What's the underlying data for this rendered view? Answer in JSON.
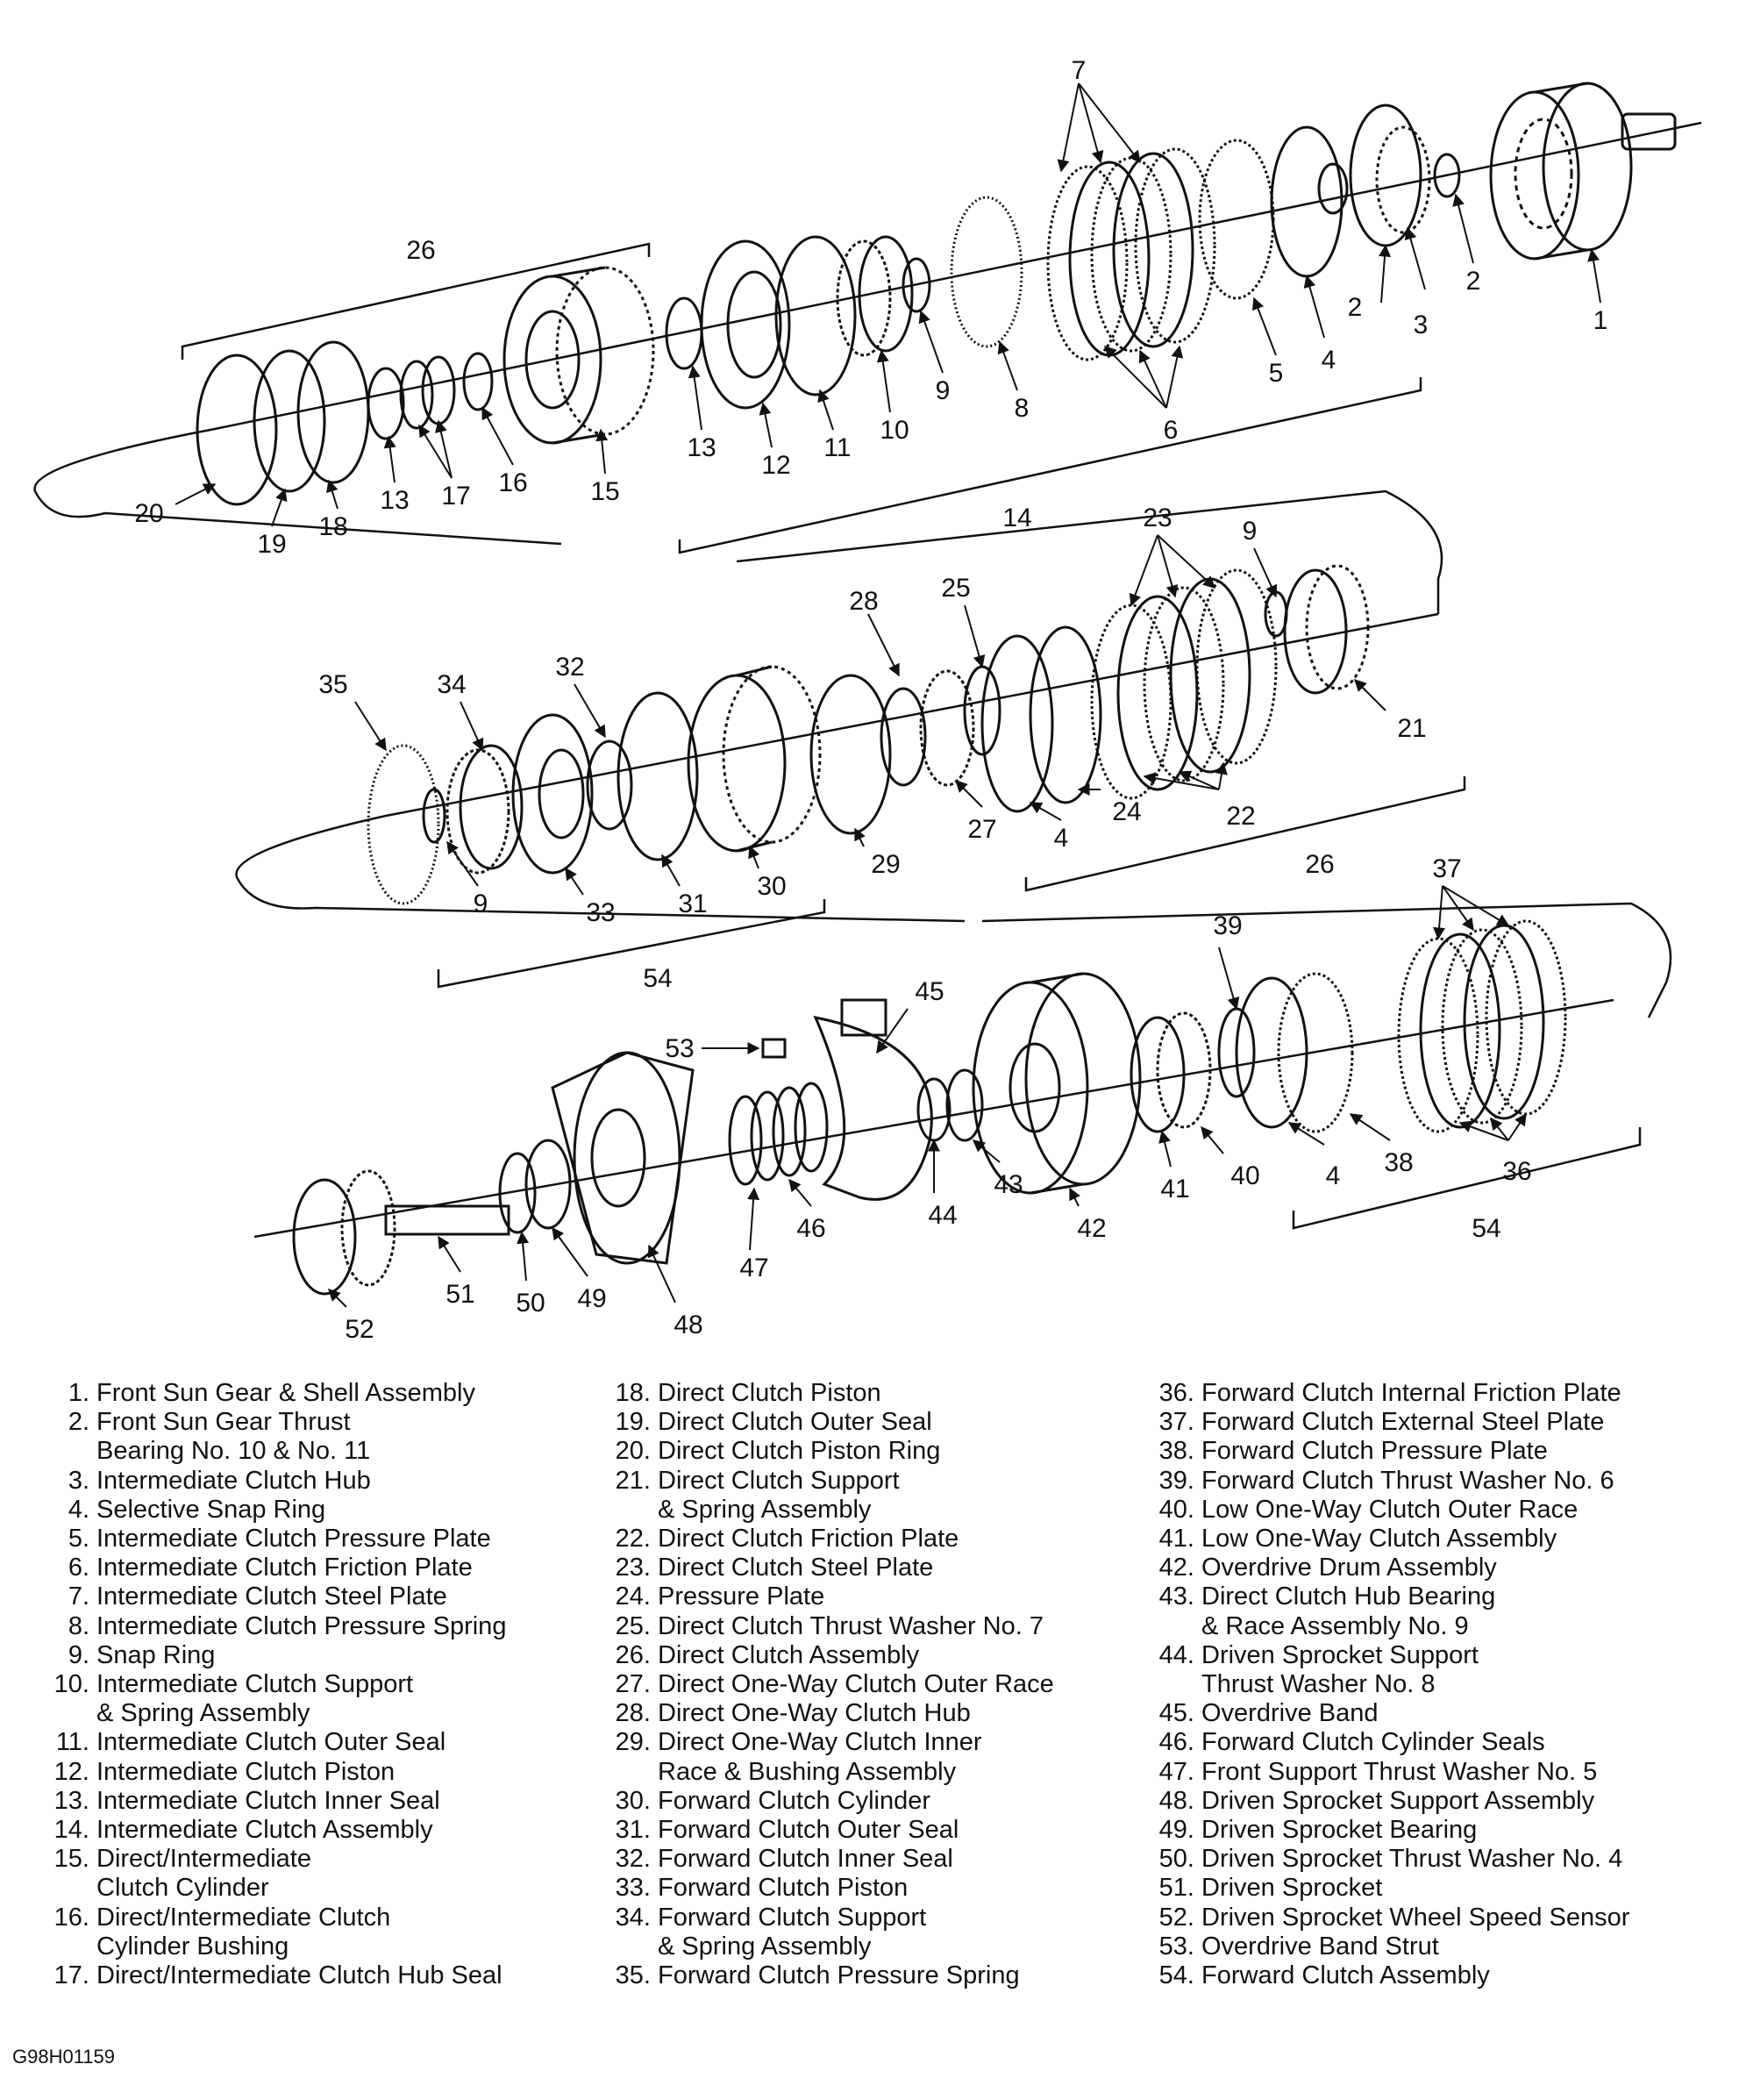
{
  "figure_code": "G98H01159",
  "callouts": [
    "1",
    "2",
    "2",
    "3",
    "4",
    "5",
    "6",
    "7",
    "8",
    "9",
    "10",
    "11",
    "12",
    "13",
    "13",
    "14",
    "15",
    "16",
    "17",
    "18",
    "19",
    "20",
    "26",
    "9",
    "21",
    "22",
    "23",
    "24",
    "25",
    "4",
    "26",
    "27",
    "28",
    "29",
    "30",
    "31",
    "32",
    "33",
    "34",
    "35",
    "9",
    "54",
    "36",
    "37",
    "38",
    "39",
    "4",
    "40",
    "41",
    "42",
    "43",
    "44",
    "45",
    "46",
    "47",
    "48",
    "49",
    "50",
    "51",
    "52",
    "53",
    "54"
  ],
  "legend": {
    "col1": [
      {
        "num": "1.",
        "lines": [
          "Front Sun Gear & Shell Assembly"
        ]
      },
      {
        "num": "2.",
        "lines": [
          "Front Sun Gear Thrust",
          "Bearing No. 10 & No. 11"
        ]
      },
      {
        "num": "3.",
        "lines": [
          "Intermediate Clutch Hub"
        ]
      },
      {
        "num": "4.",
        "lines": [
          "Selective Snap Ring"
        ]
      },
      {
        "num": "5.",
        "lines": [
          "Intermediate Clutch Pressure Plate"
        ]
      },
      {
        "num": "6.",
        "lines": [
          "Intermediate Clutch Friction Plate"
        ]
      },
      {
        "num": "7.",
        "lines": [
          "Intermediate Clutch Steel Plate"
        ]
      },
      {
        "num": "8.",
        "lines": [
          "Intermediate Clutch Pressure Spring"
        ]
      },
      {
        "num": "9.",
        "lines": [
          "Snap Ring"
        ]
      },
      {
        "num": "10.",
        "lines": [
          "Intermediate Clutch Support",
          "& Spring Assembly"
        ]
      },
      {
        "num": "11.",
        "lines": [
          "Intermediate Clutch Outer Seal"
        ]
      },
      {
        "num": "12.",
        "lines": [
          "Intermediate Clutch Piston"
        ]
      },
      {
        "num": "13.",
        "lines": [
          "Intermediate Clutch Inner Seal"
        ]
      },
      {
        "num": "14.",
        "lines": [
          "Intermediate Clutch Assembly"
        ]
      },
      {
        "num": "15.",
        "lines": [
          "Direct/Intermediate",
          "Clutch Cylinder"
        ]
      },
      {
        "num": "16.",
        "lines": [
          "Direct/Intermediate Clutch",
          "Cylinder Bushing"
        ]
      },
      {
        "num": "17.",
        "lines": [
          "Direct/Intermediate Clutch Hub Seal"
        ]
      }
    ],
    "col2": [
      {
        "num": "18.",
        "lines": [
          "Direct Clutch Piston"
        ]
      },
      {
        "num": "19.",
        "lines": [
          "Direct Clutch Outer Seal"
        ]
      },
      {
        "num": "20.",
        "lines": [
          "Direct Clutch Piston Ring"
        ]
      },
      {
        "num": "21.",
        "lines": [
          "Direct Clutch Support",
          "& Spring Assembly"
        ]
      },
      {
        "num": "22.",
        "lines": [
          "Direct Clutch Friction Plate"
        ]
      },
      {
        "num": "23.",
        "lines": [
          "Direct Clutch Steel Plate"
        ]
      },
      {
        "num": "24.",
        "lines": [
          "Pressure Plate"
        ]
      },
      {
        "num": "25.",
        "lines": [
          "Direct Clutch Thrust Washer No. 7"
        ]
      },
      {
        "num": "26.",
        "lines": [
          "Direct Clutch Assembly"
        ]
      },
      {
        "num": "27.",
        "lines": [
          "Direct One-Way Clutch Outer Race"
        ]
      },
      {
        "num": "28.",
        "lines": [
          "Direct One-Way Clutch Hub"
        ]
      },
      {
        "num": "29.",
        "lines": [
          "Direct One-Way Clutch Inner",
          "Race & Bushing Assembly"
        ]
      },
      {
        "num": "30.",
        "lines": [
          "Forward Clutch Cylinder"
        ]
      },
      {
        "num": "31.",
        "lines": [
          "Forward Clutch Outer Seal"
        ]
      },
      {
        "num": "32.",
        "lines": [
          "Forward Clutch Inner Seal"
        ]
      },
      {
        "num": "33.",
        "lines": [
          "Forward Clutch Piston"
        ]
      },
      {
        "num": "34.",
        "lines": [
          "Forward Clutch Support",
          "& Spring Assembly"
        ]
      },
      {
        "num": "35.",
        "lines": [
          "Forward Clutch Pressure Spring"
        ]
      }
    ],
    "col3": [
      {
        "num": "36.",
        "lines": [
          "Forward Clutch Internal Friction Plate"
        ]
      },
      {
        "num": "37.",
        "lines": [
          "Forward Clutch External Steel Plate"
        ]
      },
      {
        "num": "38.",
        "lines": [
          "Forward Clutch Pressure Plate"
        ]
      },
      {
        "num": "39.",
        "lines": [
          "Forward Clutch Thrust Washer No. 6"
        ]
      },
      {
        "num": "40.",
        "lines": [
          "Low One-Way Clutch Outer Race"
        ]
      },
      {
        "num": "41.",
        "lines": [
          "Low One-Way Clutch Assembly"
        ]
      },
      {
        "num": "42.",
        "lines": [
          "Overdrive Drum Assembly"
        ]
      },
      {
        "num": "43.",
        "lines": [
          "Direct Clutch Hub Bearing",
          "& Race Assembly No. 9"
        ]
      },
      {
        "num": "44.",
        "lines": [
          "Driven Sprocket Support",
          "Thrust Washer No. 8"
        ]
      },
      {
        "num": "45.",
        "lines": [
          "Overdrive Band"
        ]
      },
      {
        "num": "46.",
        "lines": [
          "Forward Clutch Cylinder Seals"
        ]
      },
      {
        "num": "47.",
        "lines": [
          "Front Support Thrust Washer No. 5"
        ]
      },
      {
        "num": "48.",
        "lines": [
          "Driven Sprocket Support Assembly"
        ]
      },
      {
        "num": "49.",
        "lines": [
          "Driven Sprocket Bearing"
        ]
      },
      {
        "num": "50.",
        "lines": [
          "Driven Sprocket Thrust Washer No. 4"
        ]
      },
      {
        "num": "51.",
        "lines": [
          "Driven Sprocket"
        ]
      },
      {
        "num": "52.",
        "lines": [
          "Driven Sprocket Wheel Speed Sensor"
        ]
      },
      {
        "num": "53.",
        "lines": [
          "Overdrive Band Strut"
        ]
      },
      {
        "num": "54.",
        "lines": [
          "Forward Clutch Assembly"
        ]
      }
    ]
  }
}
